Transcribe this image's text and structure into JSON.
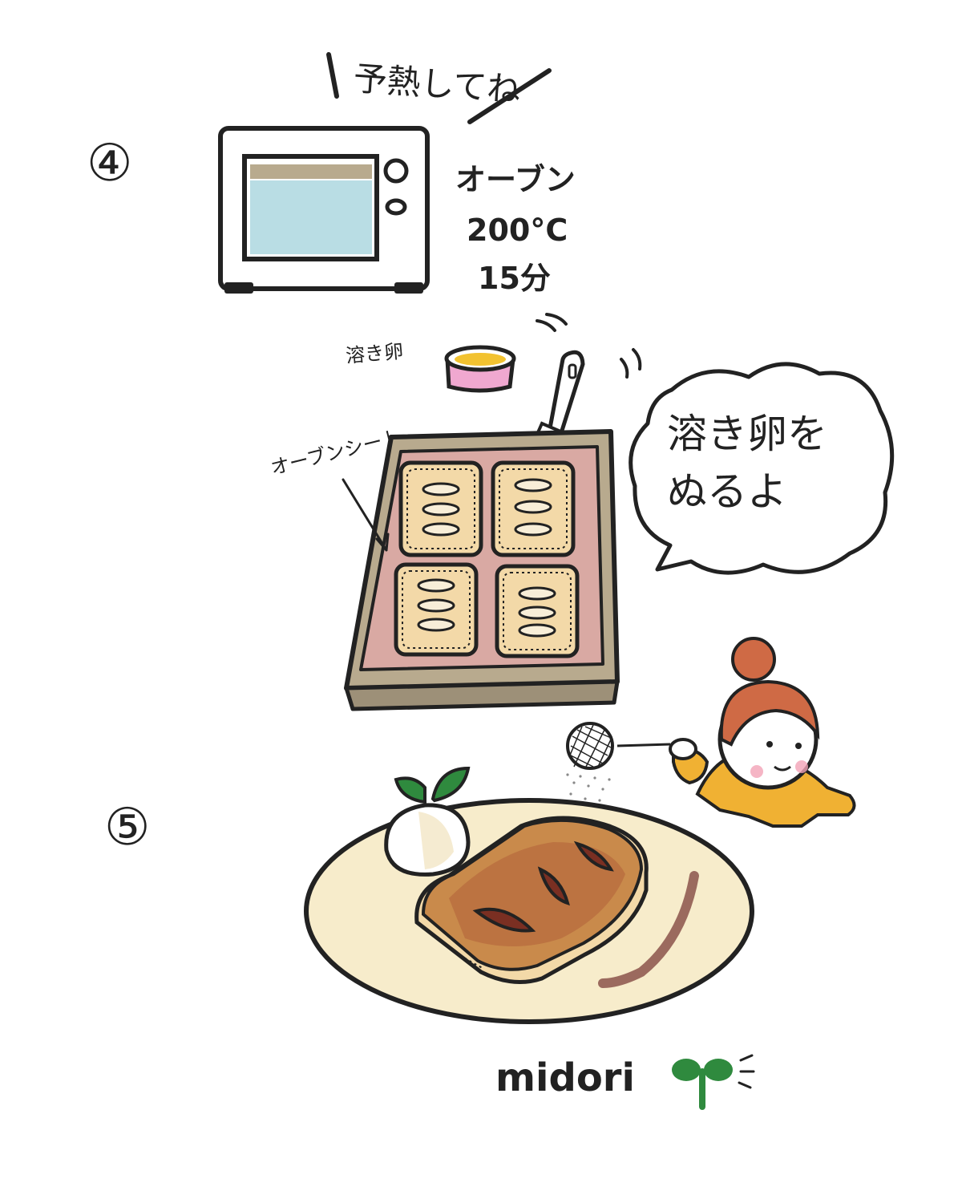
{
  "steps": {
    "step4": "④",
    "step5": "⑤"
  },
  "oven": {
    "preheat_note": "予熱してね",
    "label": "オーブン",
    "temperature": "200°C",
    "time": "15分"
  },
  "tray": {
    "egg_label": "溶き卵",
    "sheet_label": "オーブンシート"
  },
  "speech": {
    "line1": "溶き卵を",
    "line2": "ぬるよ"
  },
  "signature": "midori",
  "colors": {
    "outline": "#222222",
    "oven_window": "#b9dde4",
    "tray": "#b8aa8e",
    "sheet": "#d9a9a3",
    "pastry": "#f3d9a8",
    "plate": "#f7eccb",
    "hair": "#cf6a45",
    "shirt": "#f0b133",
    "sprout": "#2f8a3e"
  }
}
